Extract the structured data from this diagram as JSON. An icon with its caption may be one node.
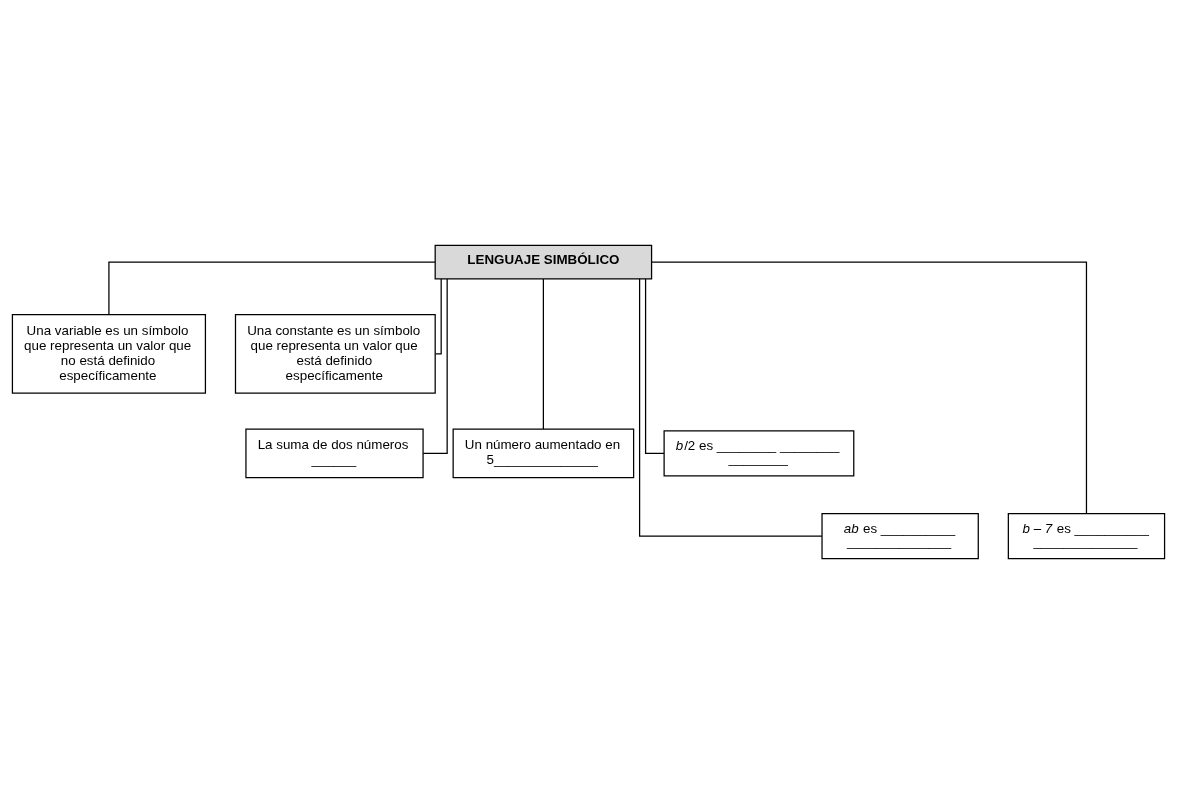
{
  "diagram": {
    "nodes": [
      {
        "text": [
          "LENGUAJE SIMBÓLICO"
        ]
      },
      {
        "text": [
          "Una variable es un símbolo que representa un valor que no está definido específicamente"
        ]
      },
      {
        "text": [
          "Una constante es un símbolo que representa un valor que está definido específicamente"
        ]
      },
      {
        "text": [
          "La suma de dos números ______"
        ]
      },
      {
        "text": [
          "Un número aumentado en 5______________"
        ]
      },
      {
        "text": [
          "*b*/2 es ________ ________ ________"
        ]
      },
      {
        "text": [
          "*ab* es __________ ______________"
        ]
      },
      {
        "text": [
          "*b – 7* es __________ ______________"
        ]
      }
    ],
    "edges": [
      {
        "from": 0,
        "to": 1,
        "arrow": "none"
      },
      {
        "from": 0,
        "to": 2,
        "arrow": "none"
      },
      {
        "from": 0,
        "to": 3,
        "arrow": "none"
      },
      {
        "from": 0,
        "to": 4,
        "arrow": "none"
      },
      {
        "from": 0,
        "to": 5,
        "arrow": "none"
      },
      {
        "from": 0,
        "to": 6,
        "arrow": "none"
      },
      {
        "from": 0,
        "to": 7,
        "arrow": "none"
      }
    ]
  }
}
